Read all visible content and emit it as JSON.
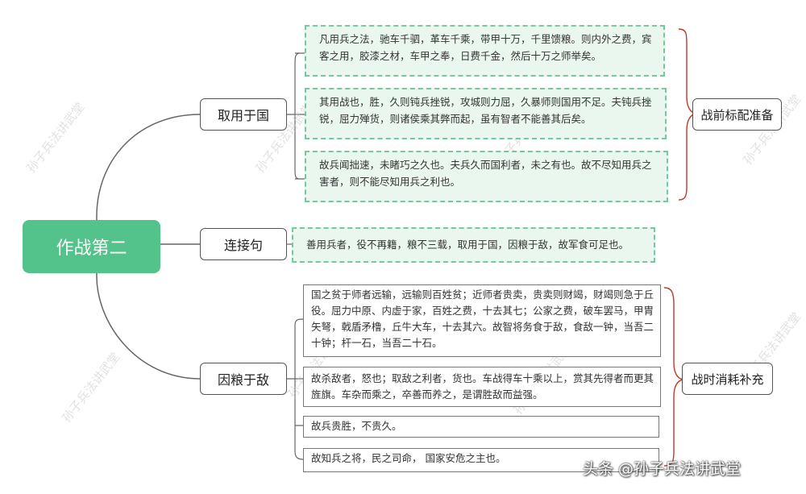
{
  "root": {
    "label": "作战第二"
  },
  "branches": [
    {
      "label": "取用于国"
    },
    {
      "label": "连接句"
    },
    {
      "label": "因粮于敌"
    }
  ],
  "leaves": {
    "quyong": [
      "凡用兵之法，驰车千驷，革车千乘，带甲十万，千里馈粮。则内外之费，宾客之用，胶漆之材，车甲之奉，日费千金，然后十万之师举矣。",
      "其用战也，胜，久则钝兵挫锐，攻城则力屈，久暴师则国用不足。夫钝兵挫锐，屈力殚货，则诸侯乘其弊而起，虽有智者不能善其后矣。",
      "故兵闻拙速，未睹巧之久也。夫兵久而国利者，未之有也。故不尽知用兵之害者，则不能尽知用兵之利也。"
    ],
    "lianjie": [
      "善用兵者，役不再籍，粮不三载，取用于国，因粮于敌，故军食可足也。"
    ],
    "yinliang": [
      "国之贫于师者远输，远输则百姓贫；近师者贵卖，贵卖则财竭，财竭则急于丘役。屈力中原、内虚于家，百姓之费，十去其七；公家之费，破车罢马，甲胄矢弩，戟盾矛橹，丘牛大车，十去其六。故智将务食于敌，食敌一钟，当吾二十钟；杆一石，当吾二十石。",
      "故杀敌者，怒也；取敌之利者，货也。车战得车十乘以上，赏其先得者而更其旌旗。车杂而乘之，卒善而养之，是谓胜敌而益强。",
      "故兵贵胜，不贵久。",
      "故知兵之将，民之司命， 国家安危之主也。"
    ]
  },
  "summaries": [
    {
      "label": "战前标配准备"
    },
    {
      "label": "战时消耗补充"
    }
  ],
  "watermark": "孙子兵法讲武堂",
  "credit": "头条 @孙子兵法讲武堂",
  "colors": {
    "root_fill": "#53c28b",
    "branch_line": "#666666",
    "green_dash": "#79c79e",
    "green_fill": "#eaf7ef",
    "brace": "#c0392b"
  }
}
